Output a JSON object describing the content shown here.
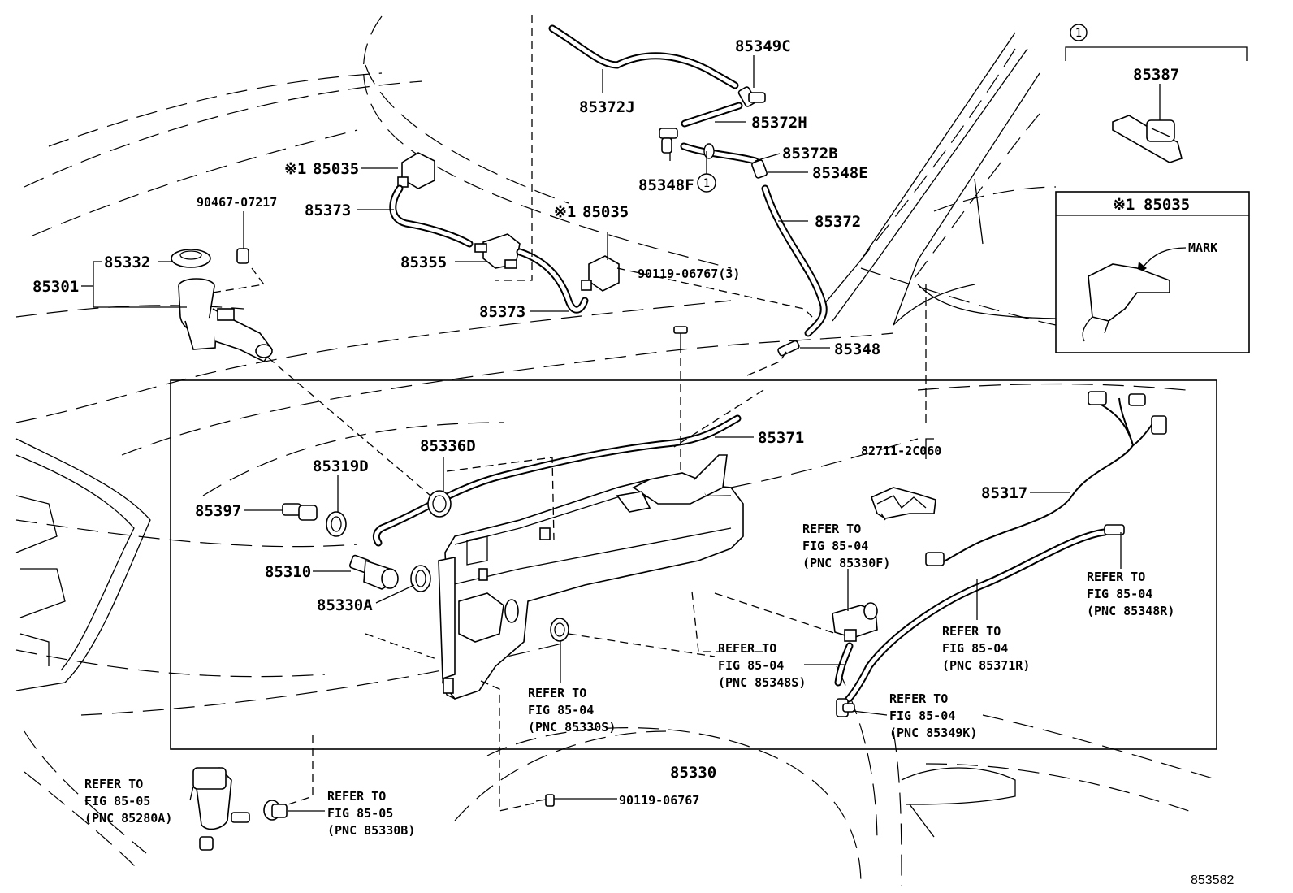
{
  "part_numbers": {
    "p85349C": "85349C",
    "p85372J": "85372J",
    "p85372H": "85372H",
    "p85372B": "85372B",
    "p85348F": "85348F",
    "p85348E": "85348E",
    "p85372": "85372",
    "p85035a": "85035",
    "p85035b": "85035",
    "p85373a": "85373",
    "p85373b": "85373",
    "p90467": "90467-07217",
    "p85332": "85332",
    "p85301": "85301",
    "p85355": "85355",
    "p90119_3": "90119-06767(3)",
    "p85348": "85348",
    "p85387": "85387",
    "p85371": "85371",
    "p82711": "82711-2C060",
    "p85336D": "85336D",
    "p85319D": "85319D",
    "p85397": "85397",
    "p85310": "85310",
    "p85330A": "85330A",
    "p85317": "85317",
    "p85330": "85330",
    "p90119": "90119-06767"
  },
  "markers": {
    "star": "※1",
    "circle_one": "1",
    "circle_one_top": "1"
  },
  "inset": {
    "title_star": "※1",
    "title_part": "85035",
    "mark_label": "MARK"
  },
  "refs": {
    "r85330F": [
      "REFER TO",
      "FIG 85-04",
      "(PNC 85330F)"
    ],
    "r85348R": [
      "REFER TO",
      "FIG 85-04",
      "(PNC 85348R)"
    ],
    "r85371R": [
      "REFER TO",
      "FIG 85-04",
      "(PNC 85371R)"
    ],
    "r85348S": [
      "REFER TO",
      "FIG 85-04",
      "(PNC 85348S)"
    ],
    "r85330S": [
      "REFER TO",
      "FIG 85-04",
      "(PNC 85330S)"
    ],
    "r85349K": [
      "REFER TO",
      "FIG 85-04",
      "(PNC 85349K)"
    ],
    "r85280A": [
      "REFER TO",
      "FIG 85-05",
      "(PNC 85280A)"
    ],
    "r85330B": [
      "REFER TO",
      "FIG 85-05",
      "(PNC 85330B)"
    ]
  },
  "diagram_id": "853582"
}
